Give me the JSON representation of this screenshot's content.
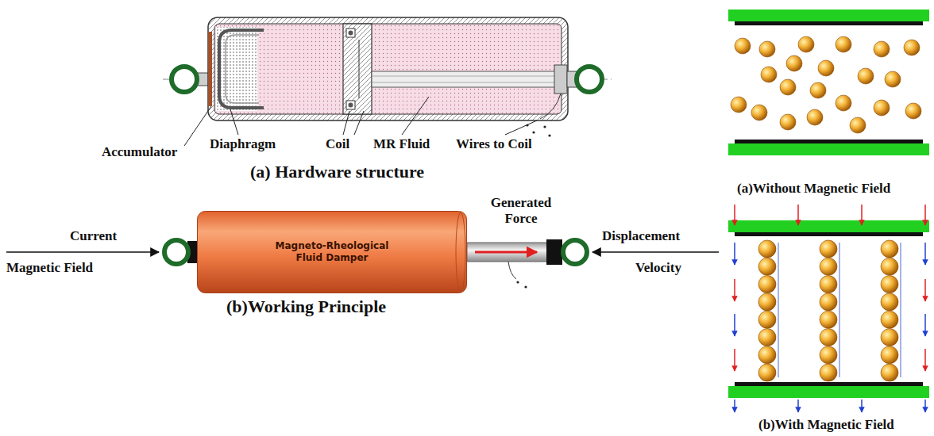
{
  "diagram": {
    "nodes": [
      {
        "text": [
          "Magneto-Rheological Fluid Damper"
        ]
      }
    ],
    "labels": [
      "Accumulator",
      "Diaphragm",
      "Coil",
      "MR Fluid",
      "Wires to Coil",
      "(a) Hardware structure",
      "Current",
      "Magnetic Field",
      "Generated Force",
      "Displacement",
      "Velocity",
      "(b)Working Principle",
      "(a)Without Magnetic Field",
      "(b)With Magnetic Field"
    ]
  }
}
